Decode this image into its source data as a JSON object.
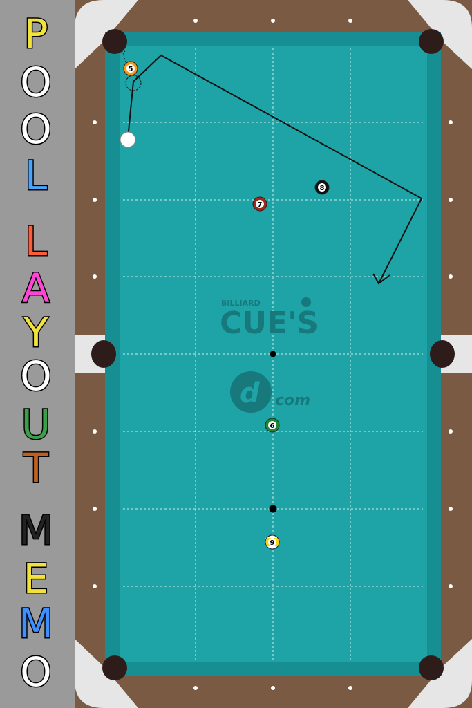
{
  "title": {
    "letters": [
      "P",
      "O",
      "O",
      "L",
      "L",
      "A",
      "Y",
      "O",
      "U",
      "T",
      "M",
      "E",
      "M",
      "O"
    ],
    "letter_colors": [
      "#f2e23a",
      "#ffffff",
      "#ffffff",
      "#4aa3ff",
      "#ff5a3a",
      "#ff44d6",
      "#f2e23a",
      "#ffffff",
      "#3aa048",
      "#c0601f",
      "#222222",
      "#f2e23a",
      "#3f8fff",
      "#ffffff"
    ]
  },
  "table": {
    "cloth_color": "#1ea3a6",
    "rail_color": "#7a5a43",
    "corner_color": "#e6e6e6",
    "logo": {
      "small_text": "BILLIARD",
      "main_text": "CUE'S",
      "sub_text": "com",
      "d_mark": "d"
    }
  },
  "balls": [
    {
      "id": "cue",
      "label": "",
      "color": "#ffffff"
    },
    {
      "id": "5",
      "label": "5",
      "color": "#f39a1b"
    },
    {
      "id": "7",
      "label": "7",
      "color": "#a0281c"
    },
    {
      "id": "8",
      "label": "8",
      "color": "#111111"
    },
    {
      "id": "6",
      "label": "6",
      "color": "#1a8a3a"
    },
    {
      "id": "9",
      "label": "9",
      "color": "#f3d51b"
    }
  ]
}
